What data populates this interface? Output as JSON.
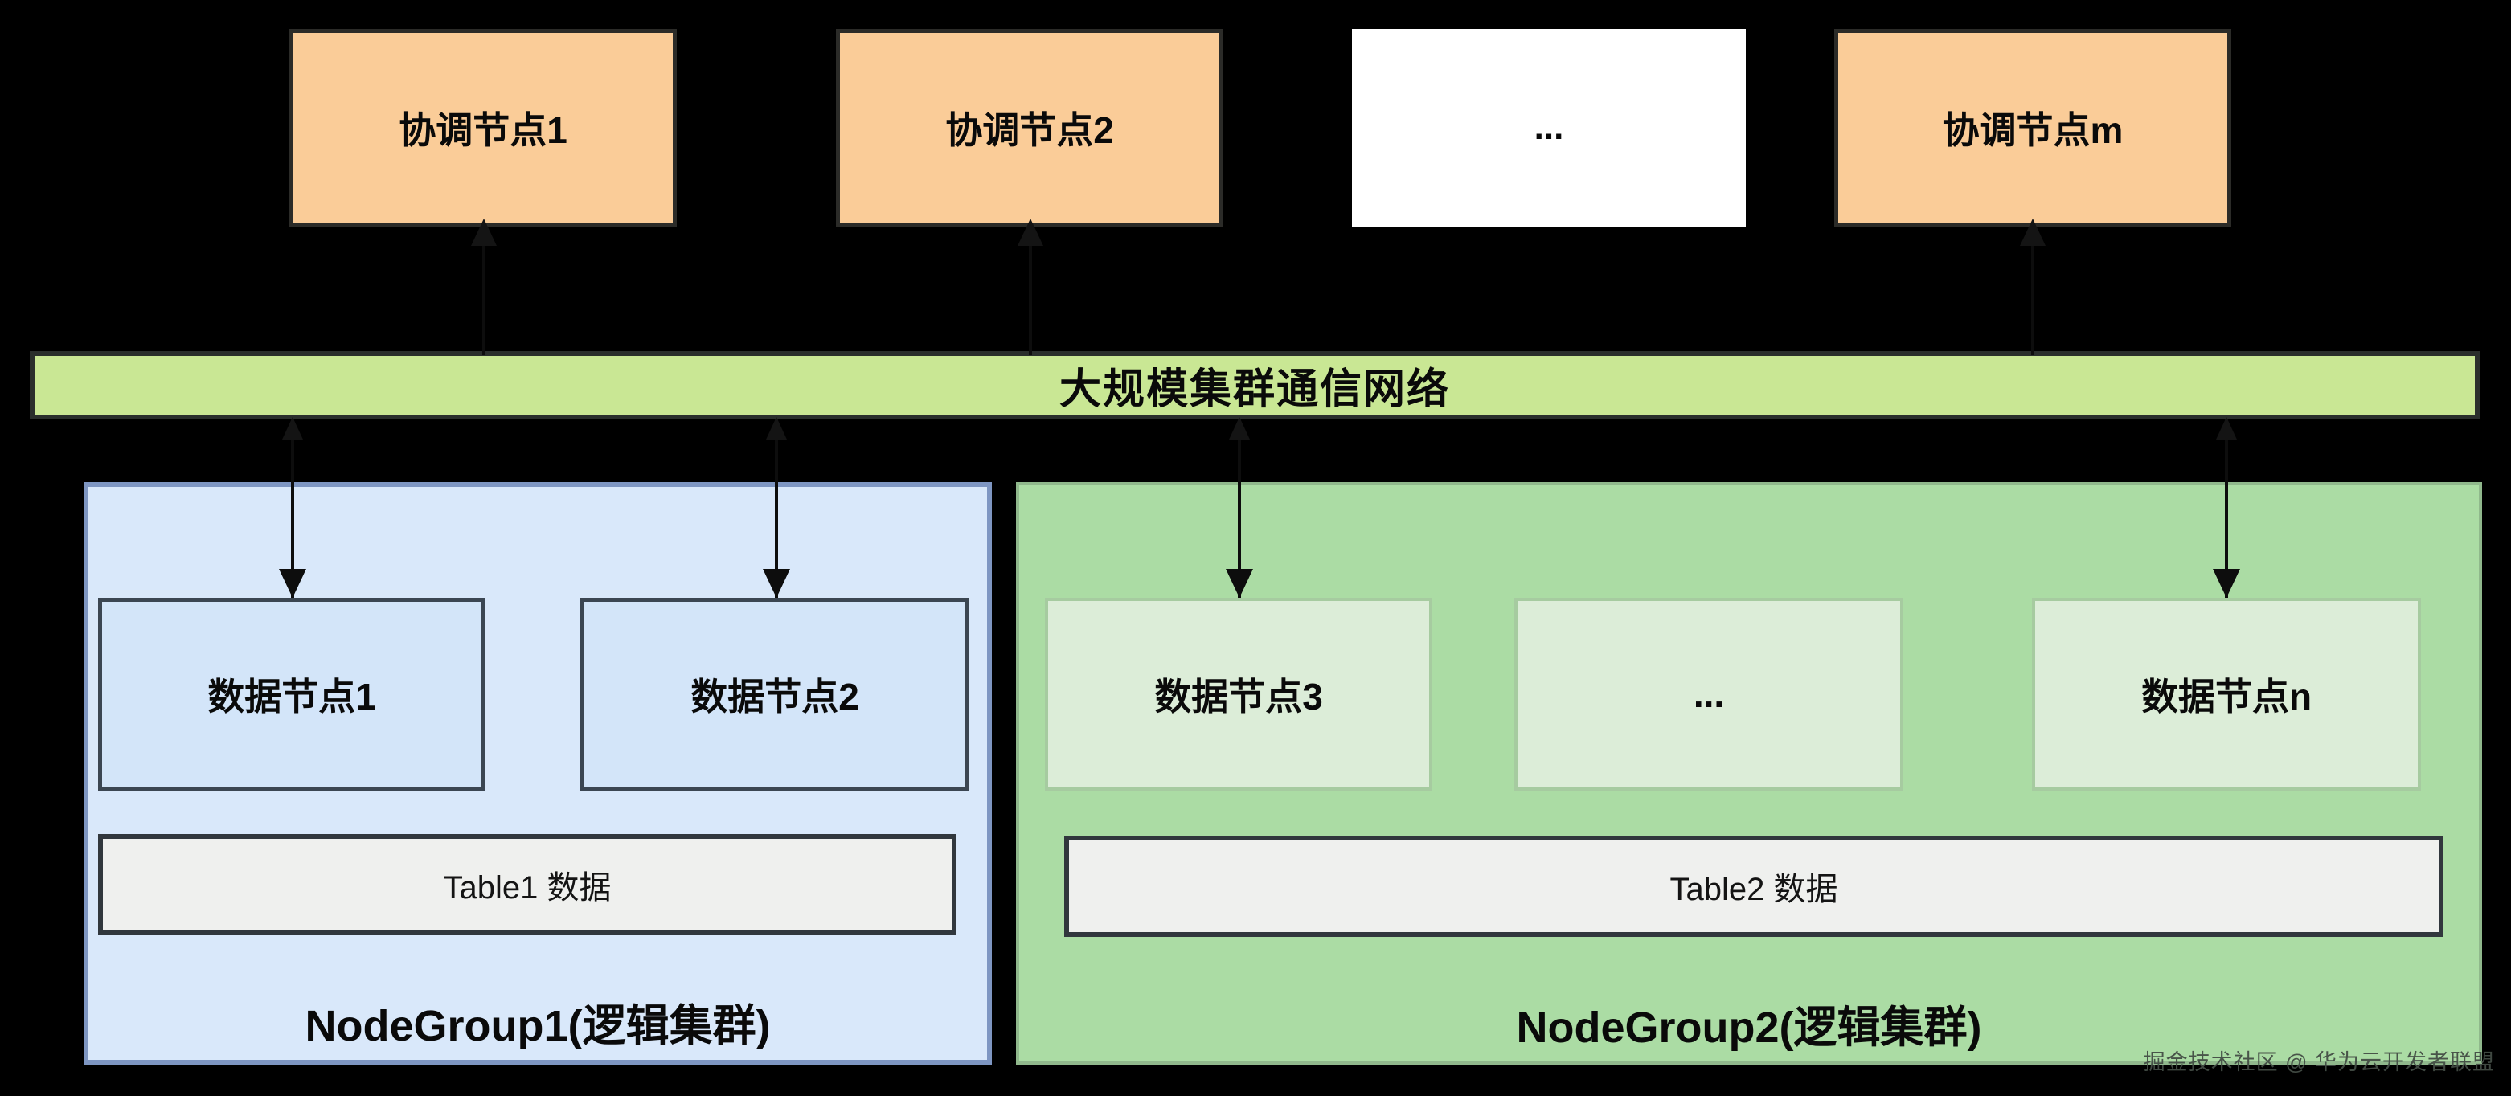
{
  "coordinators": [
    {
      "label": "协调节点1"
    },
    {
      "label": "协调节点2"
    },
    {
      "label": "..."
    },
    {
      "label": "协调节点m"
    }
  ],
  "network_bar": {
    "label": "大规模集群通信网络"
  },
  "node_groups": [
    {
      "label": "NodeGroup1(逻辑集群)",
      "nodes": [
        "数据节点1",
        "数据节点2"
      ],
      "table": "Table1 数据"
    },
    {
      "label": "NodeGroup2(逻辑集群)",
      "nodes": [
        "数据节点3",
        "...",
        "数据节点n"
      ],
      "table": "Table2 数据"
    }
  ],
  "watermark": "掘金技术社区 @ 华为云开发者联盟",
  "colors": {
    "background": "#000000",
    "coordinator_fill": "#FACC98",
    "ellipsis_box_fill": "#FFFFFF",
    "network_bar_fill": "#C9E794",
    "nodegroup1_fill": "#D9E8FA",
    "nodegroup1_border": "#7E96C2",
    "nodegroup1_node_fill": "#D3E5F9",
    "nodegroup2_fill": "#ABDCA4",
    "nodegroup2_node_fill": "#DCEDD8",
    "table_fill": "#EFF0EE",
    "arrow": "#0d0d0d"
  }
}
